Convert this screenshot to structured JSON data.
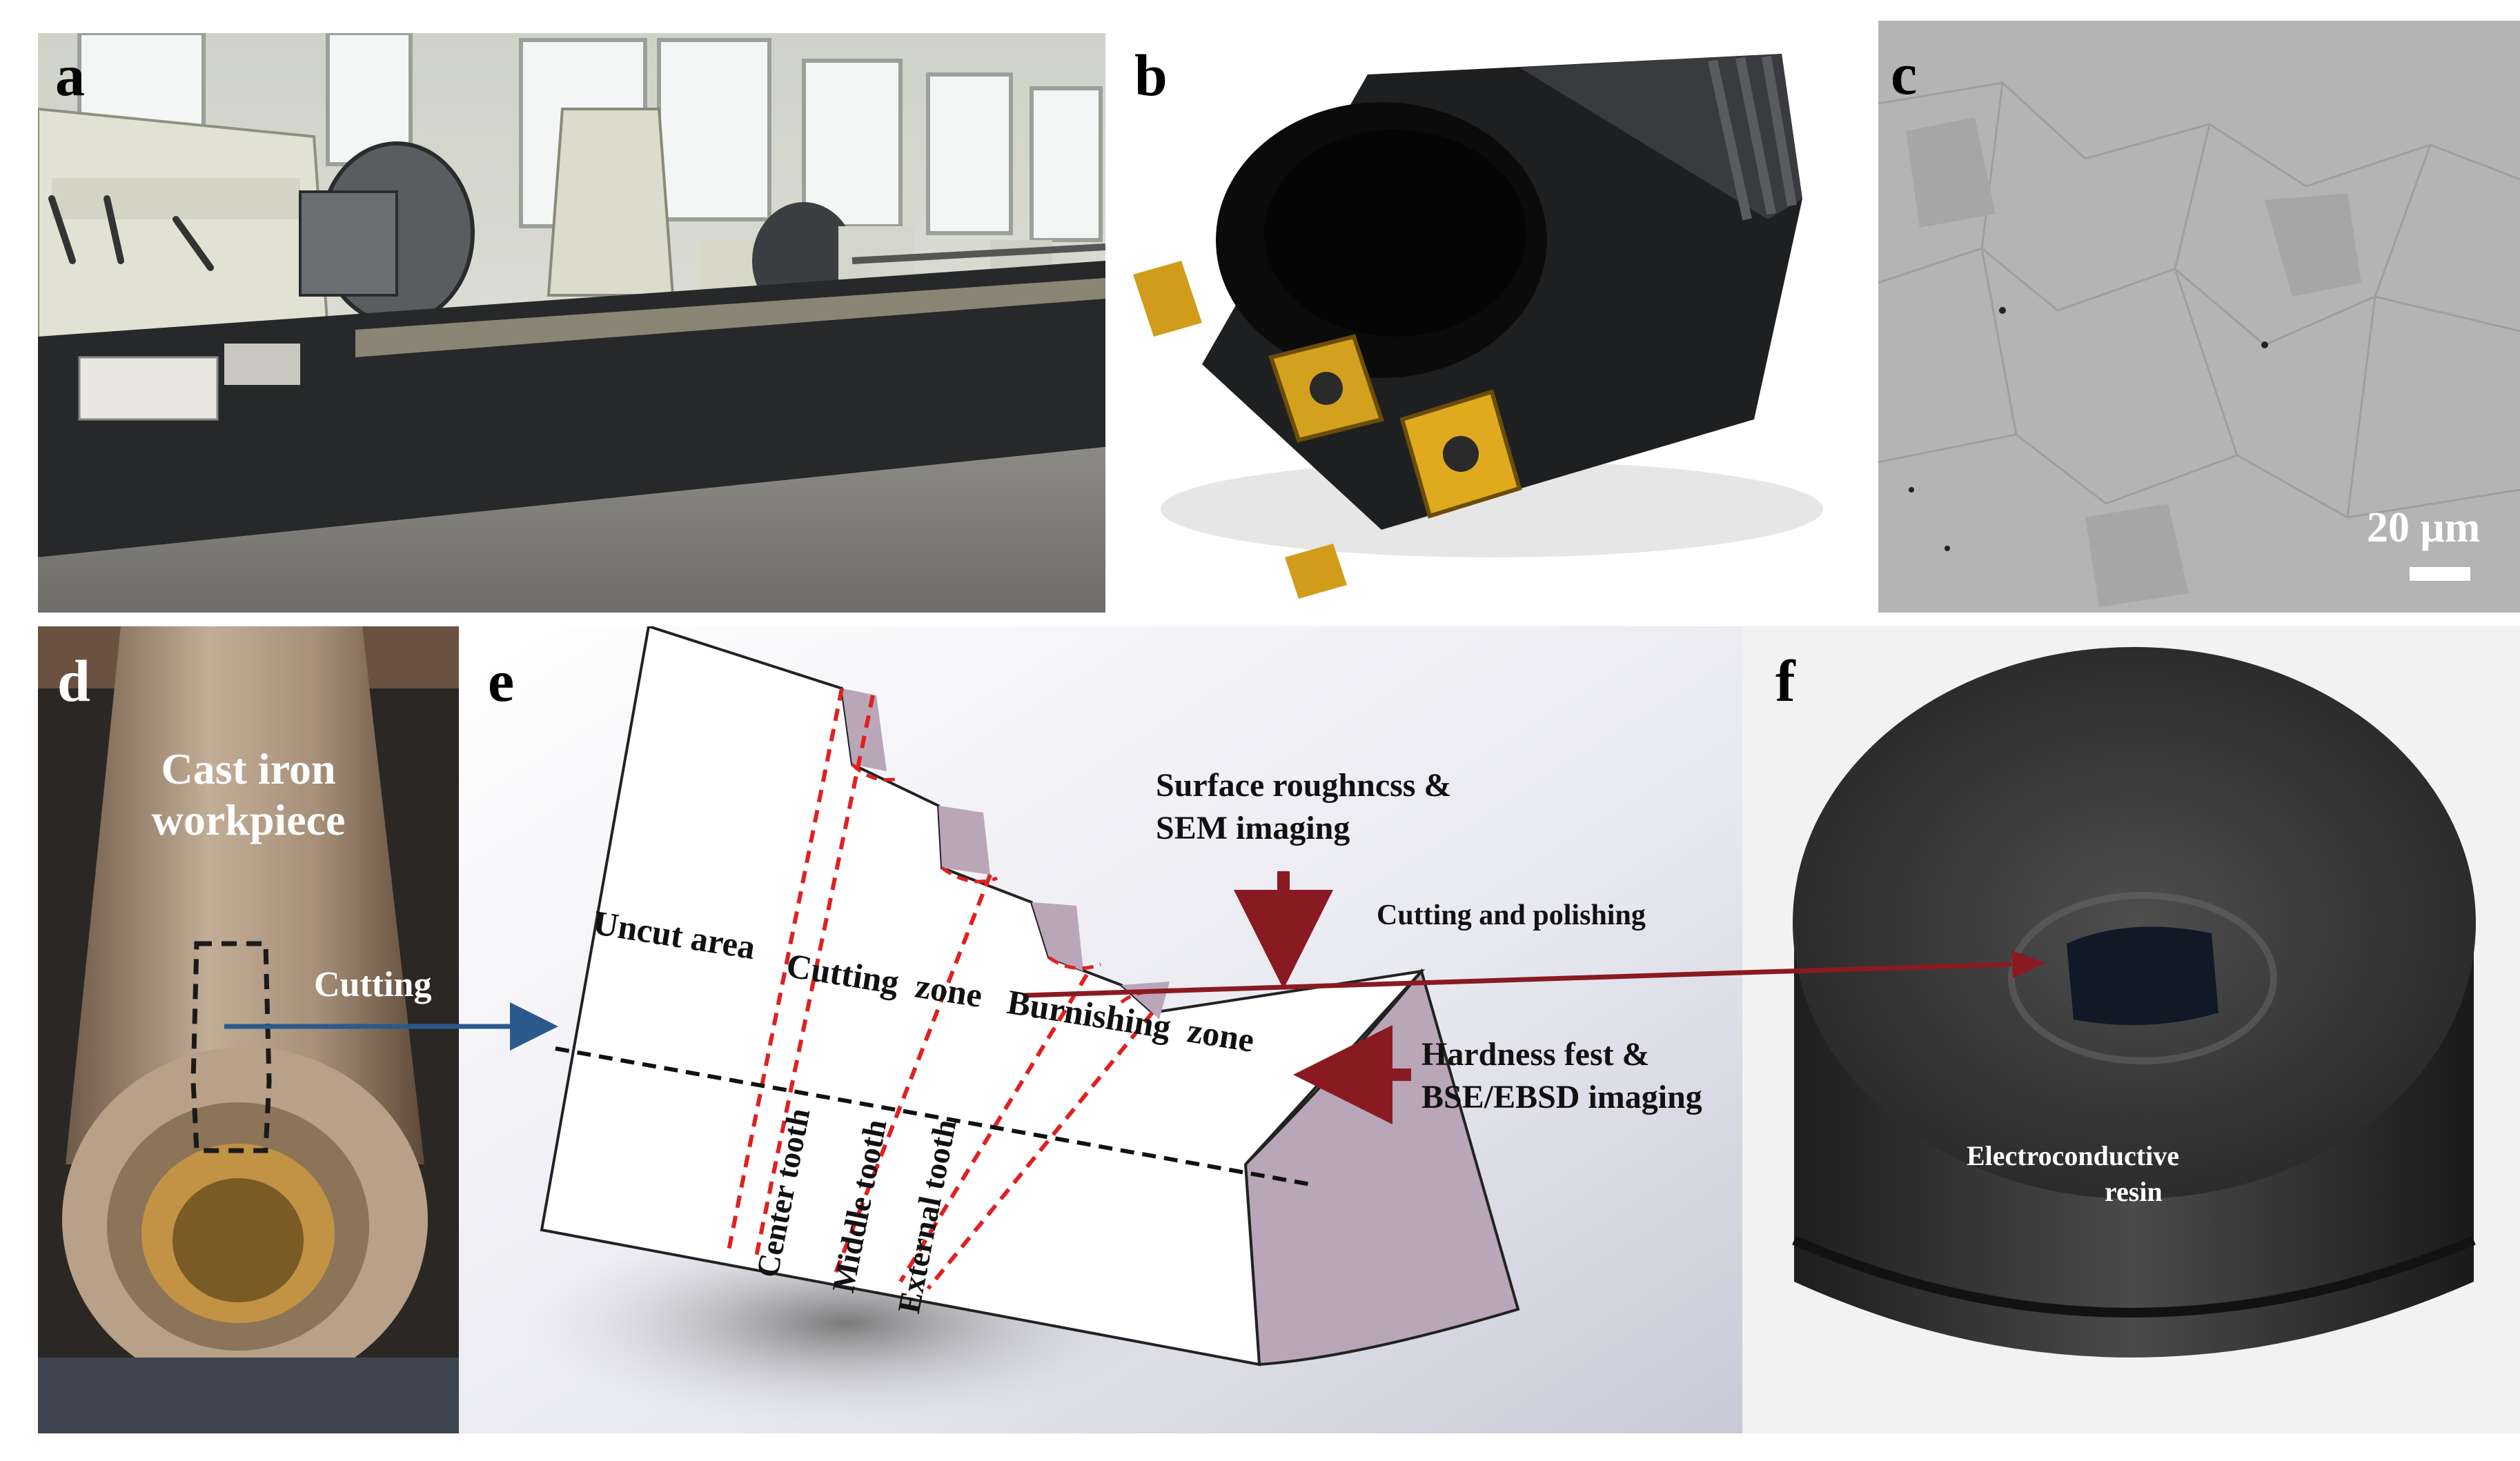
{
  "panels": {
    "a": {
      "label": "a"
    },
    "b": {
      "label": "b"
    },
    "c": {
      "label": "c",
      "scale_bar": "20 μm"
    },
    "d": {
      "label": "d",
      "workpiece": "Cast iron workpiece",
      "cutting": "Cutting"
    },
    "e": {
      "label": "e",
      "uncut_area": "Uncut area",
      "cutting_zone": "Cutting  zone",
      "burnishing_zone": "Burnishing  zone",
      "center_tooth": "Center tooth",
      "middle_tooth": "Middle tooth",
      "external_tooth": "External tooth",
      "surface_line1": "Surface roughncss &",
      "surface_line2": "SEM imaging",
      "cutting_polishing": "Cutting and polishing",
      "hardness_line1": "Hardness fest &",
      "hardness_line2": "BSE/EBSD imaging"
    },
    "f": {
      "label": "f",
      "resin_line1": "Electroconductive",
      "resin_line2": "resin"
    }
  },
  "colors": {
    "arrow_blue": "#2a5a8c",
    "arrow_red": "#8a1a22",
    "dash_red": "#e02020",
    "block_side": "#b9a6b8"
  }
}
